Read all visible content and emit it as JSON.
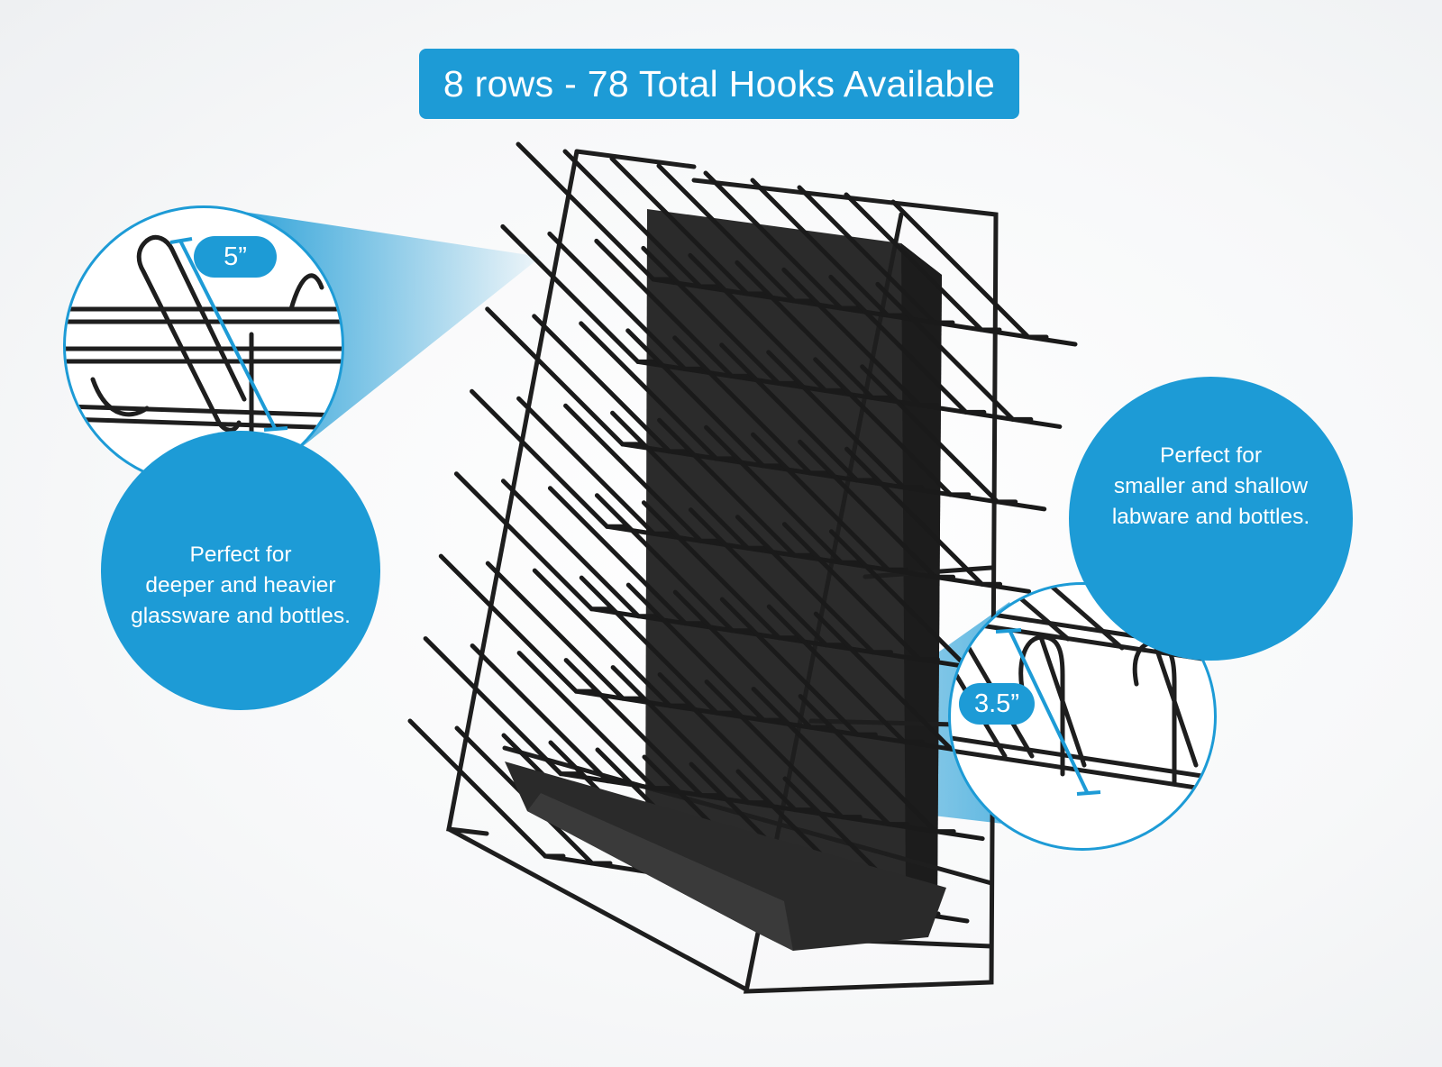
{
  "banner": {
    "text": "8 rows - 78 Total Hooks Available"
  },
  "callouts": {
    "left": {
      "dimension": "5”",
      "lines": [
        "Perfect for",
        "deeper and heavier",
        "glassware and bottles."
      ]
    },
    "right": {
      "dimension": "3.5”",
      "lines": [
        "Perfect for",
        "smaller and shallow",
        "labware and bottles."
      ]
    }
  },
  "colors": {
    "accent": "#1d9bd6",
    "rack": "#1e1e1e",
    "tray": "#2b2b2b"
  },
  "product": {
    "rows": 8
  }
}
